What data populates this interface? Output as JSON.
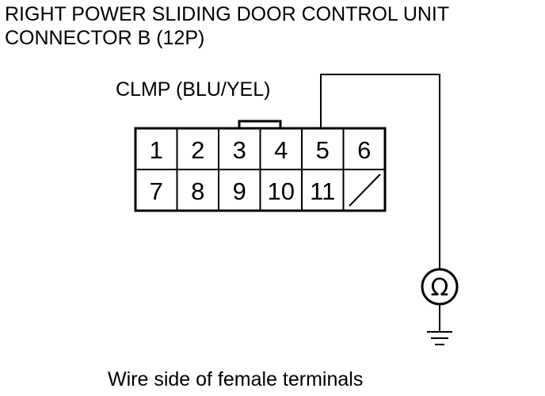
{
  "title_line1": "RIGHT POWER SLIDING DOOR CONTROL UNIT",
  "title_line2": "CONNECTOR B (12P)",
  "wire_label": "CLMP (BLU/YEL)",
  "connector": {
    "row1": [
      "1",
      "2",
      "3",
      "4",
      "5",
      "6"
    ],
    "row2": [
      "7",
      "8",
      "9",
      "10",
      "11",
      ""
    ]
  },
  "meter_symbol": "Ω",
  "caption": "Wire side of female terminals"
}
